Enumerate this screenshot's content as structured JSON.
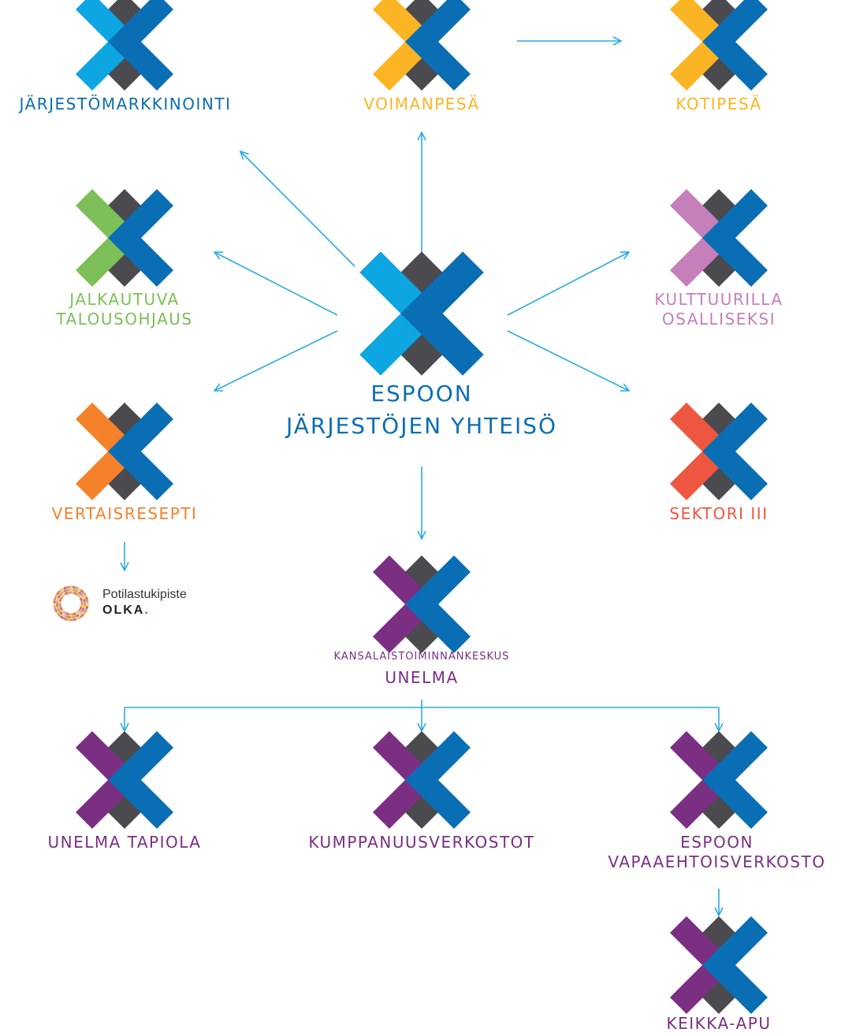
{
  "colors": {
    "arrow": "#29abe2",
    "dark": "#4a4a4f",
    "blue": "#0a6eb4",
    "center_left": "#0ea5e3"
  },
  "center": {
    "title_line1": "ESPOON",
    "title_line2": "JÄRJESTÖJEN YHTEISÖ",
    "color": "#0a6eb4"
  },
  "nodes": [
    {
      "id": "jarjestomarkkinointi",
      "lines": [
        "JÄRJESTÖMARKKINOINTI"
      ],
      "color": "#0a6eb4",
      "accent": "#0ea5e3"
    },
    {
      "id": "voimanpesa",
      "lines": [
        "VOIMANPESÄ"
      ],
      "color": "#fbb524",
      "accent": "#fbb524"
    },
    {
      "id": "kotipesa",
      "lines": [
        "KOTIPESÄ"
      ],
      "color": "#fbb524",
      "accent": "#fbb524"
    },
    {
      "id": "jalkautuva",
      "lines": [
        "JALKAUTUVA",
        "TALOUSOHJAUS"
      ],
      "color": "#7dbf58",
      "accent": "#7dbf58"
    },
    {
      "id": "kulttuurilla",
      "lines": [
        "KULTTUURILLA",
        "OSALLISEKSI"
      ],
      "color": "#c57fbb",
      "accent": "#c57fbb"
    },
    {
      "id": "vertaisresepti",
      "lines": [
        "VERTAISRESEPTI"
      ],
      "color": "#f5822b",
      "accent": "#f5822b"
    },
    {
      "id": "sektori",
      "lines": [
        "SEKTORI III"
      ],
      "color": "#ef5640",
      "accent": "#ef5640"
    },
    {
      "id": "unelma",
      "lines": [
        "KANSALAISTOIMINNANKESKUS",
        "UNELMA"
      ],
      "color": "#7a2f83",
      "accent": "#7a2f83"
    },
    {
      "id": "unelma-tapiola",
      "lines": [
        "UNELMA TAPIOLA"
      ],
      "color": "#7a2f83",
      "accent": "#7a2f83"
    },
    {
      "id": "kumppanuusverkostot",
      "lines": [
        "KUMPPANUUSVERKOSTOT"
      ],
      "color": "#7a2f83",
      "accent": "#7a2f83"
    },
    {
      "id": "vapaaehtoisverkosto",
      "lines": [
        "ESPOON",
        "VAPAAEHTOISVERKOSTO"
      ],
      "color": "#7a2f83",
      "accent": "#7a2f83"
    },
    {
      "id": "keikka-apu",
      "lines": [
        "KEIKKA-APU"
      ],
      "color": "#7a2f83",
      "accent": "#7a2f83"
    }
  ],
  "olka": {
    "line1": "Potilastukipiste",
    "line2": "OLKA",
    "dot": "."
  }
}
